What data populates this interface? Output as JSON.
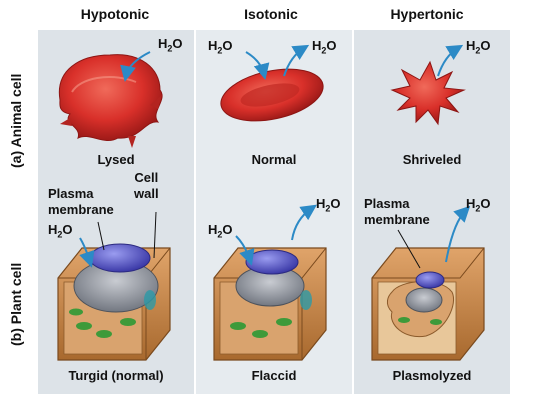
{
  "columns": {
    "hypotonic": "Hypotonic",
    "isotonic": "Isotonic",
    "hypertonic": "Hypertonic"
  },
  "rows": {
    "animal": "(a) Animal cell",
    "plant": "(b) Plant cell"
  },
  "animal_states": {
    "hypotonic": "Lysed",
    "isotonic": "Normal",
    "hypertonic": "Shriveled"
  },
  "plant_states": {
    "hypotonic": "Turgid (normal)",
    "isotonic": "Flaccid",
    "hypertonic": "Plasmolyzed"
  },
  "labels": {
    "plasma_membrane_line1": "Plasma",
    "plasma_membrane_line2": "membrane",
    "cell_wall_line1": "Cell",
    "cell_wall_line2": "wall",
    "plasma_membrane_right_line1": "Plasma",
    "plasma_membrane_right_line2": "membrane"
  },
  "water": {
    "symbol": "H",
    "subscript": "2",
    "suffix": "O"
  },
  "colors": {
    "panel_bg": "#dde3e8",
    "panel_mid_bg": "#e6ebef",
    "arrow": "#2c8ac6",
    "red_cell": "#d9302a",
    "vacuole": "#8a8f99",
    "nucleus": "#5a58c8",
    "cell_wall": "#c98a4c"
  }
}
